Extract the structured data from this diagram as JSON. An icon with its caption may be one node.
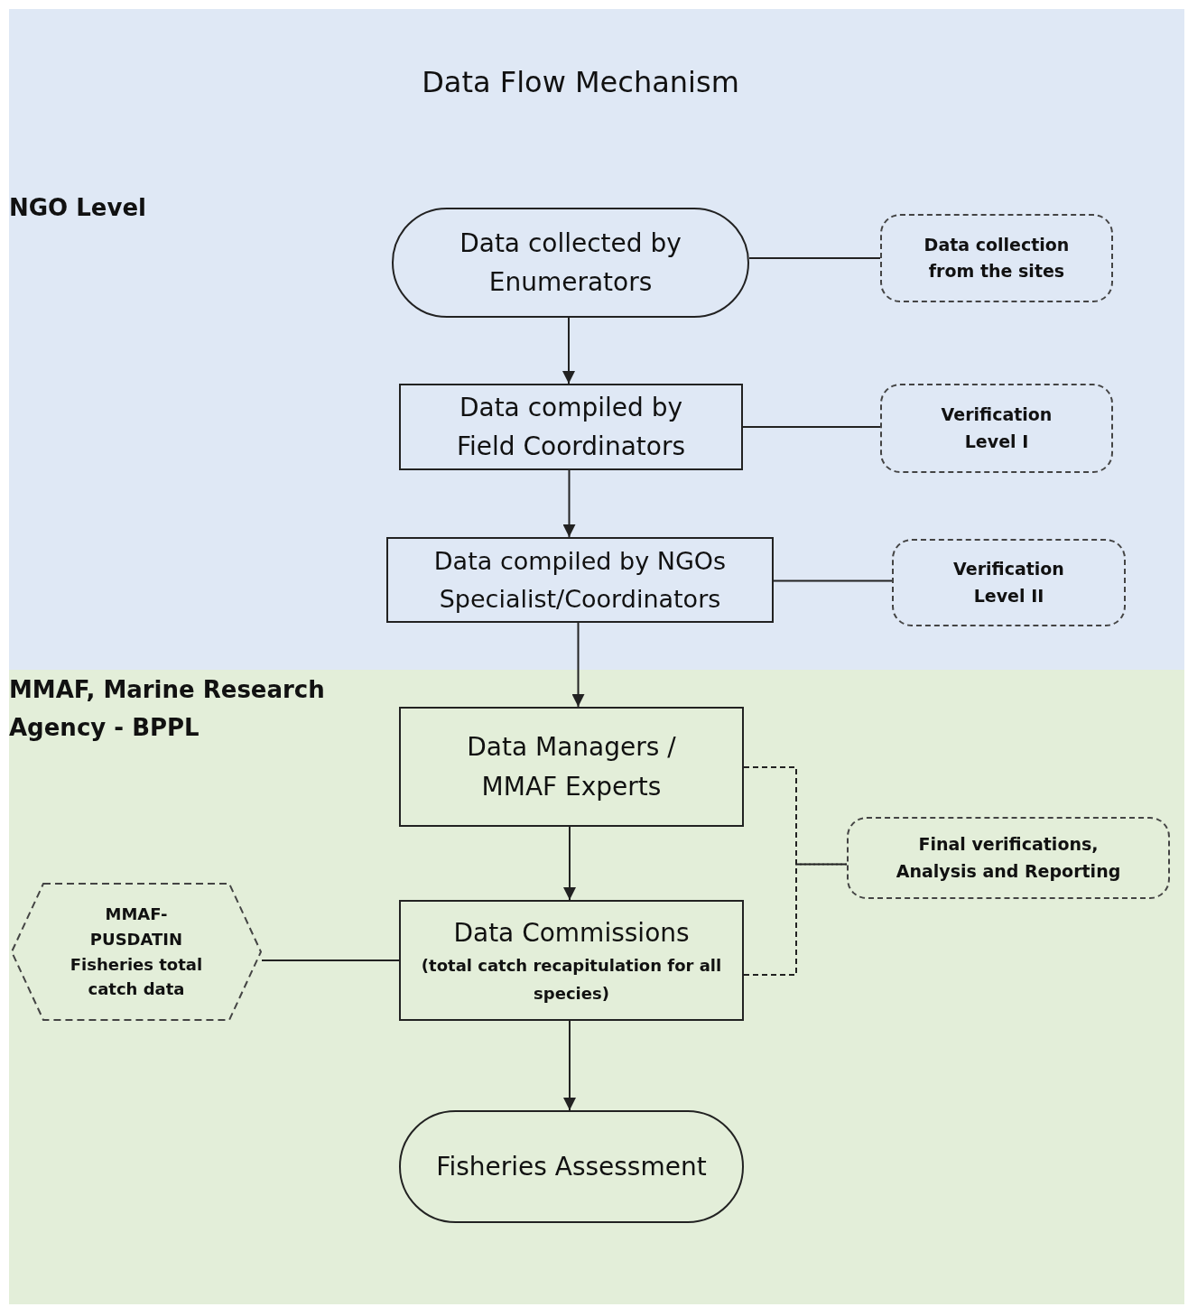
{
  "diagram": {
    "title": "Data Flow Mechanism",
    "nodes": [
      {
        "text": [
          "NGO Level"
        ]
      },
      {
        "text": [
          "Data collected by Enumerators"
        ],
        "in": 0
      },
      {
        "text": [
          "Data collection from the sites"
        ],
        "in": 0
      },
      {
        "text": [
          "Data compiled by Field Coordinators"
        ],
        "in": 0
      },
      {
        "text": [
          "Verification Level I"
        ],
        "in": 0
      },
      {
        "text": [
          "Data compiled by NGOs Specialist/Coordinators"
        ],
        "in": 0
      },
      {
        "text": [
          "Verification Level II"
        ],
        "in": 0
      },
      {
        "text": [
          "MMAF, Marine Research Agency - BPPL"
        ]
      },
      {
        "text": [
          "Data Managers / MMAF Experts"
        ],
        "in": 7
      },
      {
        "text": [
          "Final verifications, Analysis and Reporting"
        ],
        "in": 7
      },
      {
        "text": [
          "MMAF- PUSDATIN Fisheries total catch data"
        ],
        "in": 7
      },
      {
        "text": [
          "Data Commissions",
          "(total catch recapitulation for all species)"
        ],
        "in": 7
      },
      {
        "text": [
          "Fisheries Assessment"
        ],
        "in": 7
      }
    ],
    "edges": [
      {
        "from": 1,
        "to": 3,
        "arrow": "to"
      },
      {
        "from": 3,
        "to": 5,
        "arrow": "to"
      },
      {
        "from": 5,
        "to": 8,
        "arrow": "to"
      },
      {
        "from": 8,
        "to": 11,
        "arrow": "to"
      },
      {
        "from": 11,
        "to": 12,
        "arrow": "to"
      },
      {
        "from": 1,
        "to": 2,
        "arrow": "none"
      },
      {
        "from": 3,
        "to": 4,
        "arrow": "none"
      },
      {
        "from": 5,
        "to": 6,
        "arrow": "none"
      },
      {
        "from": 8,
        "to": 9,
        "arrow": "none",
        "style": "dashed"
      },
      {
        "from": 11,
        "to": 9,
        "arrow": "none",
        "style": "dashed"
      },
      {
        "from": 10,
        "to": 11,
        "arrow": "none"
      }
    ]
  }
}
